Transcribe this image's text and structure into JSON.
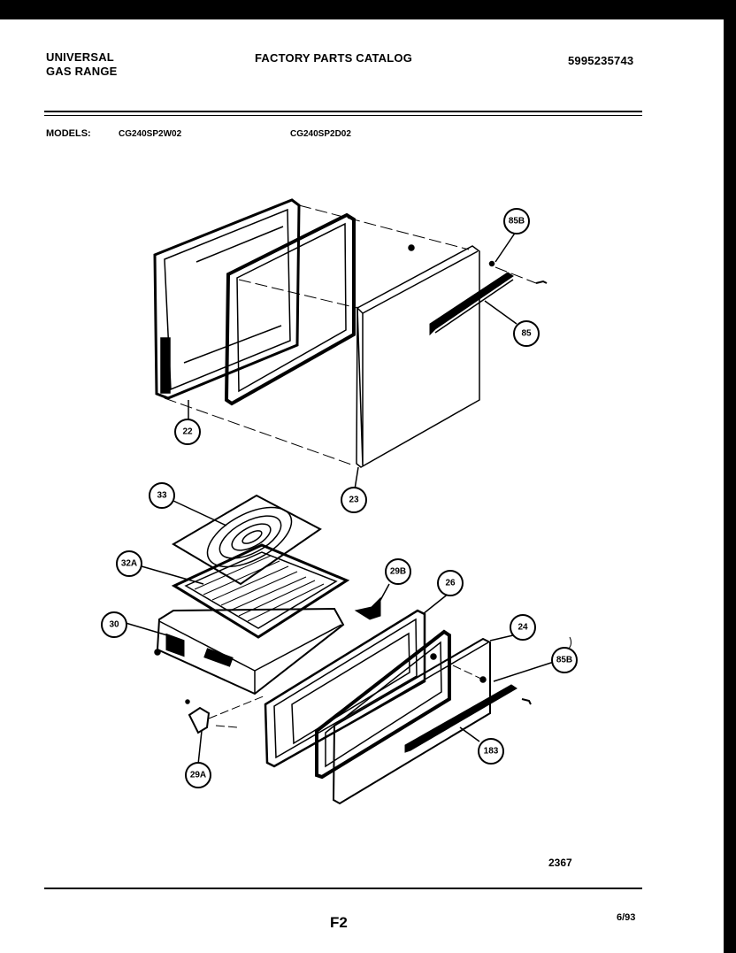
{
  "header": {
    "brand_line1": "UNIVERSAL",
    "brand_line2": "GAS RANGE",
    "catalog_title": "FACTORY PARTS CATALOG",
    "catalog_number": "5995235743"
  },
  "models": {
    "label": "MODELS:",
    "items": [
      "CG240SP2W02",
      "CG240SP2D02"
    ]
  },
  "callouts": {
    "c85B_top": "85B",
    "c85": "85",
    "c22": "22",
    "c23": "23",
    "c33": "33",
    "c32A": "32A",
    "c29B": "29B",
    "c26": "26",
    "c30": "30",
    "c24": "24",
    "c85B_bottom": "85B",
    "c183": "183",
    "c29A": "29A"
  },
  "footer": {
    "figure_number": "2367",
    "page": "F2",
    "date": "6/93"
  }
}
